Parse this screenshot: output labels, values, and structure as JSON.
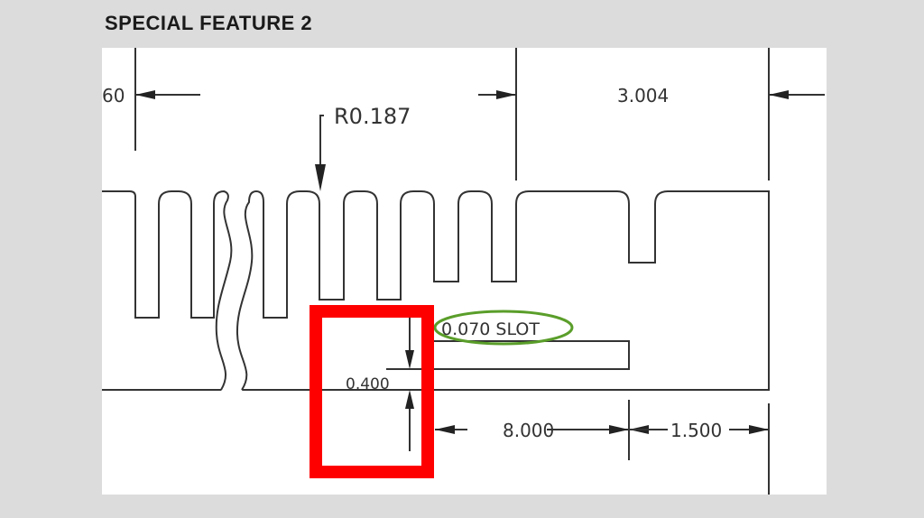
{
  "slide": {
    "title": "SPECIAL FEATURE 2"
  },
  "drawing": {
    "dim_left_partial": "60",
    "dim_top_right": "3.004",
    "radius_callout": "R0.187",
    "slot_label": "0.070 SLOT",
    "dim_vertical": "0.400",
    "dim_bottom_1": "8.000",
    "dim_bottom_2": "1.500"
  },
  "highlights": {
    "red_box_color": "#ff0000",
    "green_ellipse_color": "#5a9e2a"
  }
}
